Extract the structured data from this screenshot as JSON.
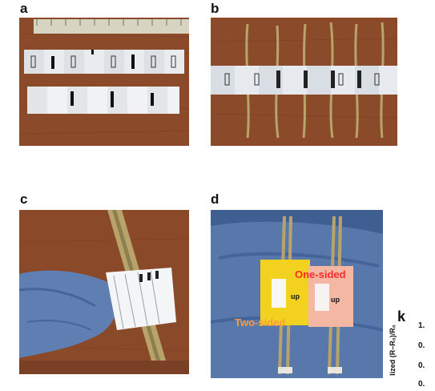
{
  "panels": {
    "a": {
      "letter": "a"
    },
    "b": {
      "letter": "b"
    },
    "c": {
      "letter": "c"
    },
    "d": {
      "letter": "d",
      "label_one": "One-sided",
      "label_two": "Two-sided",
      "label_one_color": "#ff2a2a",
      "label_two_color": "#ff9a3c",
      "sticker_text": "up"
    },
    "k": {
      "letter": "k",
      "axis_label": "lized (R–R₀)/R₀",
      "ticks": [
        "1.",
        "0.",
        "0.",
        "0."
      ]
    }
  },
  "colors": {
    "wood": "#8a4a2a",
    "glove": "#5a78a8",
    "yellow_sleeve": "#f2d21e",
    "pink_sleeve": "#f3b7a3",
    "paper": "#eef0f2",
    "electrode": "#b8a46a"
  }
}
